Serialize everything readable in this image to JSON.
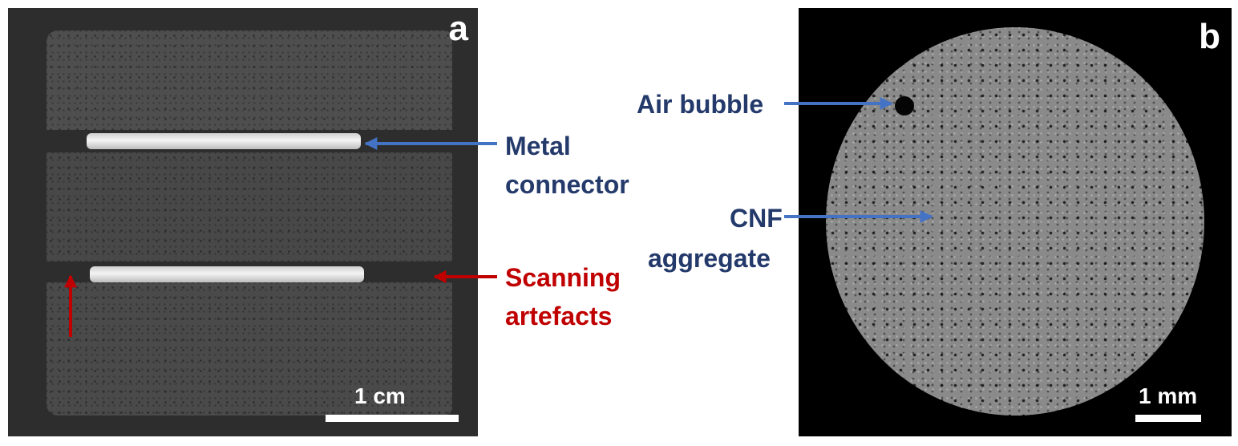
{
  "panels": {
    "a": {
      "letter": "a",
      "scale_bar_label": "1 cm",
      "labels": {
        "metal_connector": [
          "Metal",
          "connector"
        ],
        "scanning_artefacts": [
          "Scanning",
          "artefacts"
        ]
      }
    },
    "b": {
      "letter": "b",
      "scale_bar_label": "1 mm",
      "labels": {
        "air_bubble": "Air bubble",
        "cnf_aggregate": [
          "CNF",
          "aggregate"
        ]
      }
    }
  },
  "colors": {
    "label_blue": "#243a6b",
    "arrow_blue": "#4472c4",
    "label_red": "#c00000",
    "arrow_red": "#c00000"
  }
}
